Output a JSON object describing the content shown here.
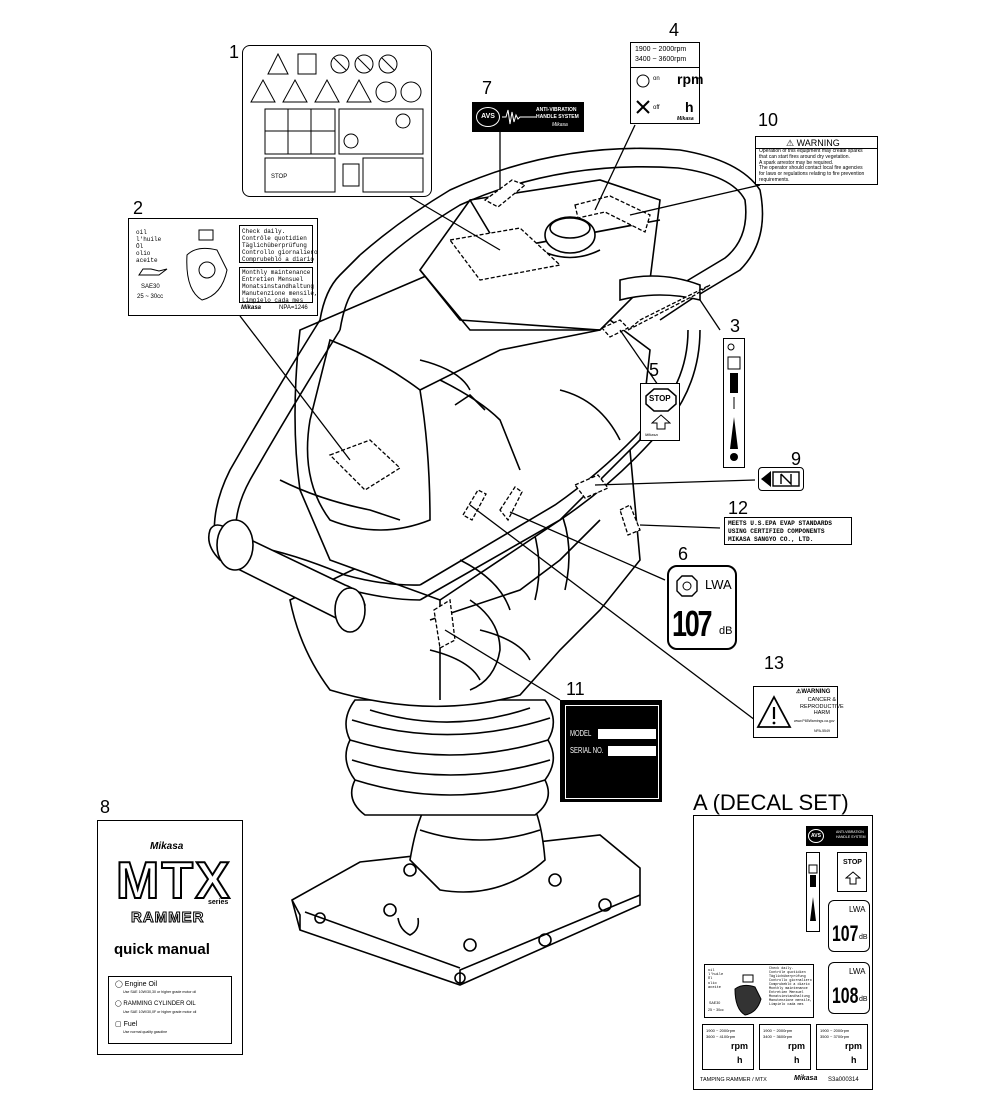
{
  "callouts": [
    "1",
    "2",
    "3",
    "4",
    "5",
    "6",
    "7",
    "8",
    "9",
    "10",
    "11",
    "12",
    "13"
  ],
  "decal_set_title": "A (DECAL SET)",
  "label_2": {
    "oil_words": [
      "oil",
      "l'huile",
      "Öl",
      "olio",
      "aceite"
    ],
    "daily": [
      "Check daily.",
      "Contrôle quotidien",
      "Täglichüberprüfung",
      "Controllo giornaliero",
      "Comprubebló a diario"
    ],
    "monthly": [
      "Monthly maintenance",
      "Entretien Mensuel",
      "Monatsinstandhaltung",
      "Manutenzione mensile,",
      "Limpielo cada mes"
    ],
    "oil_grade": "SAE30",
    "oil_qty": "25 ~ 30cc",
    "part_no": "NPA=1246"
  },
  "label_4": {
    "rpm_low": "1900 ~ 2000rpm",
    "rpm_high": "3400 ~ 3600rpm",
    "on": "on",
    "off": "off",
    "rpm": "rpm",
    "h": "h"
  },
  "label_7": {
    "line1": "ANTI-VIBRATION",
    "line2": "HANDLE SYSTEM",
    "logo": "AVS"
  },
  "label_10": {
    "title": "WARNING",
    "lines": [
      "Operation of this equipment may create sparks",
      "that can start fires around dry vegetation.",
      "A spark arrestor may be required.",
      "The operator should contact local fire agencies",
      "for laws or regulations relating to fire prevention",
      "requirements."
    ]
  },
  "label_5": {
    "stop": "STOP"
  },
  "label_6": {
    "lwa": "LWA",
    "value": "107",
    "unit": "dB"
  },
  "label_11": {
    "model": "MODEL",
    "serial": "SERIAL NO."
  },
  "label_12": {
    "lines": [
      "MEETS U.S.EPA EVAP STANDARDS",
      "USING CERTIFIED COMPONENTS",
      "MIKASA SANGYO CO., LTD."
    ]
  },
  "label_13": {
    "title": "WARNING",
    "lines": [
      "CANCER &",
      "REPRODUCTIVE",
      "HARM"
    ],
    "url": "www.P65Warnings.ca.gov",
    "part": "NPA-5549"
  },
  "manual": {
    "brand": "Mikasa",
    "model": "MTX",
    "series": "series",
    "type": "RAMMER",
    "title": "quick manual",
    "items": [
      {
        "name": "Engine Oil",
        "desc": "Use SAE 10W/30,30 or higher grade motor oil"
      },
      {
        "name": "RAMMING CYLINDER OIL",
        "desc": "Use SAE 10W/30,0F or higher grade motor oil"
      },
      {
        "name": "Fuel",
        "desc": "Use normal quality gasoline"
      }
    ]
  },
  "decal_set": {
    "value2": "108",
    "unit": "dB",
    "rpm_sets": [
      [
        "1900 ~ 2000rpm",
        "3600 ~ 4100rpm"
      ],
      [
        "1900 ~ 2000rpm",
        "3400 ~ 3600rpm"
      ],
      [
        "1900 ~ 2000rpm",
        "3500 ~ 3700rpm"
      ]
    ],
    "footer_left": "TAMPING RAMMER / MTX",
    "footer_brand": "Mikasa",
    "footer_code": "S3a000314"
  },
  "brand_small": "Mikasa"
}
